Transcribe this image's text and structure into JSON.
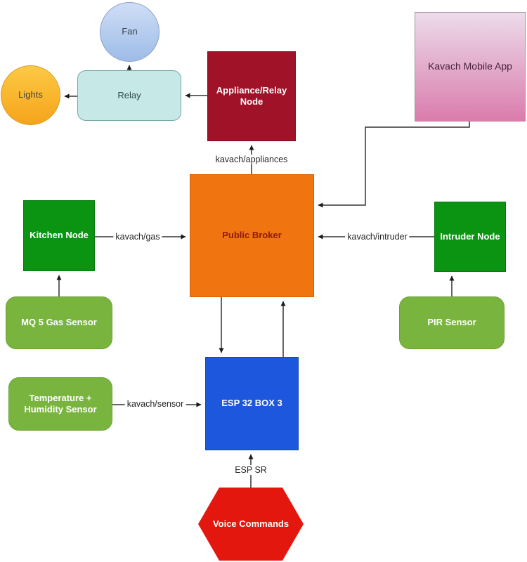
{
  "diagram": {
    "nodes": {
      "fan": {
        "label": "Fan",
        "shape": "circle"
      },
      "lights": {
        "label": "Lights",
        "shape": "circle"
      },
      "relay": {
        "label": "Relay",
        "shape": "rounded-rectangle"
      },
      "appliance_relay_node": {
        "label": "Appliance/Relay Node",
        "shape": "rectangle"
      },
      "kavach_mobile_app": {
        "label": "Kavach Mobile App",
        "shape": "rectangle"
      },
      "kitchen_node": {
        "label": "Kitchen Node",
        "shape": "rectangle"
      },
      "public_broker": {
        "label": "Public Broker",
        "shape": "rectangle"
      },
      "intruder_node": {
        "label": "Intruder Node",
        "shape": "rectangle"
      },
      "mq5_gas_sensor": {
        "label": "MQ 5 Gas Sensor",
        "shape": "rounded-rectangle"
      },
      "pir_sensor": {
        "label": "PIR Sensor",
        "shape": "rounded-rectangle"
      },
      "temp_humidity_sensor": {
        "label": "Temperature + Humidity Sensor",
        "shape": "rounded-rectangle"
      },
      "esp32_box3": {
        "label": "ESP 32 BOX 3",
        "shape": "rectangle"
      },
      "voice_commands": {
        "label": "Voice Commands",
        "shape": "hexagon"
      }
    },
    "edge_labels": {
      "appliances": "kavach/appliances",
      "gas": "kavach/gas",
      "intruder": "kavach/intruder",
      "sensor": "kavach/sensor",
      "esp_sr": "ESP SR"
    },
    "edges": [
      {
        "from": "relay",
        "to": "fan"
      },
      {
        "from": "relay",
        "to": "lights"
      },
      {
        "from": "appliance_relay_node",
        "to": "relay"
      },
      {
        "from": "public_broker",
        "to": "appliance_relay_node",
        "label": "kavach/appliances"
      },
      {
        "from": "kitchen_node",
        "to": "public_broker",
        "label": "kavach/gas"
      },
      {
        "from": "intruder_node",
        "to": "public_broker",
        "label": "kavach/intruder"
      },
      {
        "from": "kavach_mobile_app",
        "to": "public_broker"
      },
      {
        "from": "mq5_gas_sensor",
        "to": "kitchen_node"
      },
      {
        "from": "pir_sensor",
        "to": "intruder_node"
      },
      {
        "from": "temp_humidity_sensor",
        "to": "esp32_box3",
        "label": "kavach/sensor"
      },
      {
        "from": "public_broker",
        "to": "esp32_box3"
      },
      {
        "from": "esp32_box3",
        "to": "public_broker"
      },
      {
        "from": "voice_commands",
        "to": "esp32_box3",
        "label": "ESP SR"
      }
    ],
    "colors": {
      "fan_fill_top": "#cfdef5",
      "fan_fill_bottom": "#9dbce8",
      "lights_fill_top": "#fdc945",
      "lights_fill_bottom": "#f5a41a",
      "relay_fill": "#c6e8e6",
      "relay_border": "#73a8a5",
      "appliance_fill": "#a01228",
      "mobile_fill_top": "#ecdbea",
      "mobile_fill_bottom": "#da7cac",
      "dark_green_node_fill": "#0a9412",
      "broker_fill": "#f0740f",
      "broker_text": "#8c1a0c",
      "light_green_sensor_fill": "#79b53e",
      "esp_fill": "#1d57de",
      "voice_fill": "#e3170d",
      "edge_stroke": "#333333"
    }
  }
}
